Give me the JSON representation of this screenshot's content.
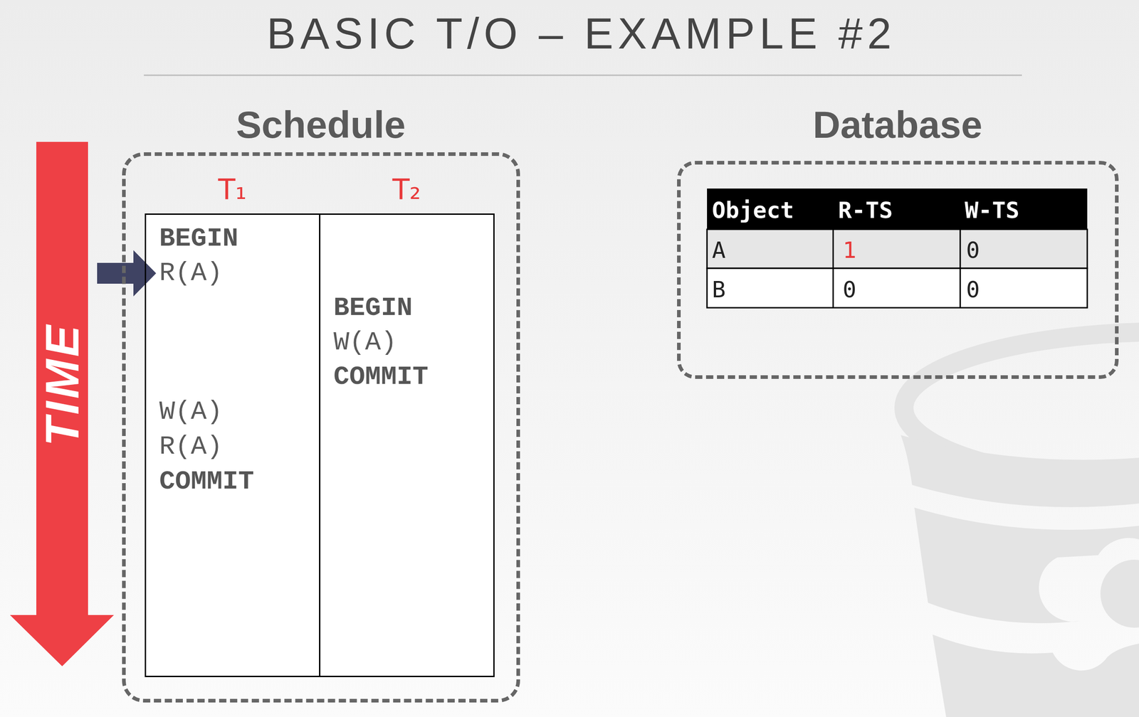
{
  "diagram": {
    "title": "BASIC T/O – EXAMPLE #2",
    "nodes": [
      {
        "text": [
          "Schedule"
        ]
      },
      {
        "text": [
          "T₁",
          "BEGIN",
          "R(A)",
          "W(A)",
          "R(A)",
          "COMMIT"
        ],
        "in": 0
      },
      {
        "text": [
          "T₂",
          "BEGIN",
          "W(A)",
          "COMMIT"
        ],
        "in": 0
      },
      {
        "text": [
          "Database"
        ]
      }
    ],
    "labels": [
      "TIME",
      "Object",
      "R-TS",
      "W-TS",
      "A",
      "1",
      "0",
      "B",
      "0",
      "0"
    ]
  }
}
